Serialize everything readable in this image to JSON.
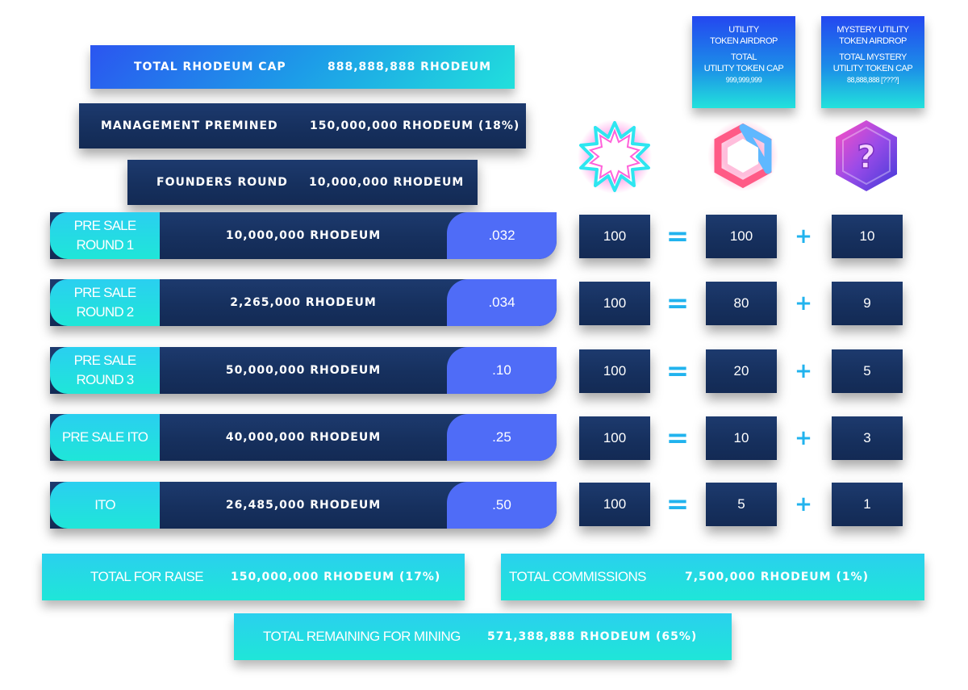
{
  "caps": {
    "total_cap": {
      "label": "TOTAL RHODEUM CAP",
      "value": "888,888,888 RHODEUM"
    },
    "management": {
      "label": "MANAGEMENT PREMINED",
      "value": "150,000,000 RHODEUM (18%)"
    },
    "founders": {
      "label": "FOUNDERS ROUND",
      "value": "10,000,000 RHODEUM"
    }
  },
  "airdrops": [
    {
      "title_1": "UTILITY",
      "title_2": "TOKEN AIRDROP",
      "cap_1": "TOTAL",
      "cap_2": "UTILITY TOKEN CAP",
      "cap_value": "999,999,999"
    },
    {
      "title_1": "MYSTERY UTILITY",
      "title_2": "TOKEN AIRDROP",
      "cap_1": "TOTAL MYSTERY",
      "cap_2": "UTILITY TOKEN CAP",
      "cap_value": "88,888,888 [????]"
    }
  ],
  "icons": [
    "spiky-gear-icon",
    "hexagon-ring-icon",
    "mystery-question-hexagon-icon"
  ],
  "rounds": [
    {
      "name_1": "PRE SALE",
      "name_2": "ROUND 1",
      "amount": "10,000,000 RHODEUM",
      "price": ".032",
      "rhodeum": "100",
      "eq": "=",
      "utility": "100",
      "plus": "+",
      "mystery": "10"
    },
    {
      "name_1": "PRE SALE",
      "name_2": "ROUND 2",
      "amount": "2,265,000 RHODEUM",
      "price": ".034",
      "rhodeum": "100",
      "eq": "=",
      "utility": "80",
      "plus": "+",
      "mystery": "9"
    },
    {
      "name_1": "PRE SALE",
      "name_2": "ROUND 3",
      "amount": "50,000,000 RHODEUM",
      "price": ".10",
      "rhodeum": "100",
      "eq": "=",
      "utility": "20",
      "plus": "+",
      "mystery": "5"
    },
    {
      "name_1": "PRE SALE ITO",
      "name_2": "",
      "amount": "40,000,000 RHODEUM",
      "price": ".25",
      "rhodeum": "100",
      "eq": "=",
      "utility": "10",
      "plus": "+",
      "mystery": "3"
    },
    {
      "name_1": "ITO",
      "name_2": "",
      "amount": "26,485,000 RHODEUM",
      "price": ".50",
      "rhodeum": "100",
      "eq": "=",
      "utility": "5",
      "plus": "+",
      "mystery": "1"
    }
  ],
  "totals": {
    "raise": {
      "label": "TOTAL FOR RAISE",
      "value": "150,000,000 RHODEUM (17%)"
    },
    "commissions": {
      "label": "TOTAL COMMISSIONS",
      "value": "7,500,000 RHODEUM (1%)"
    },
    "mining": {
      "label": "TOTAL REMAINING FOR MINING",
      "value": "571,388,888 RHODEUM (65%)"
    }
  },
  "colors": {
    "navy": "#16305e",
    "cyan": "#21e0dc",
    "blue": "#2b55f0",
    "price_blue": "#4f6cf7",
    "operator": "#21b3ee"
  }
}
